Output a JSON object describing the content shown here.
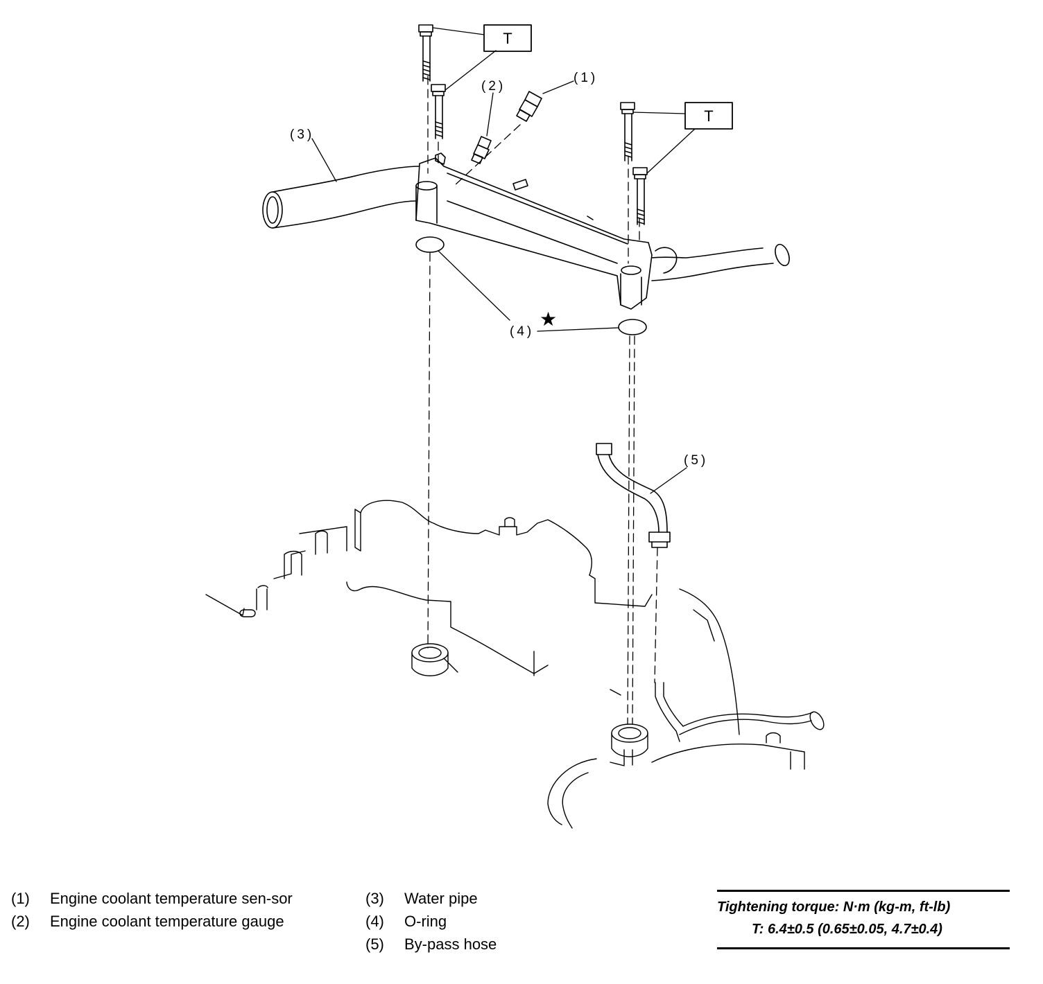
{
  "diagram": {
    "callouts": {
      "c1": "(1)",
      "c2": "(2)",
      "c3": "(3)",
      "c4": "(4)",
      "c5": "(5)"
    },
    "torque_marks": {
      "t_left": "T",
      "t_right": "T"
    },
    "star_symbol": "★"
  },
  "legend": {
    "items": [
      {
        "num": "(1)",
        "text": "Engine coolant temperature sen-sor"
      },
      {
        "num": "(2)",
        "text": "Engine coolant temperature gauge"
      },
      {
        "num": "(3)",
        "text": "Water pipe"
      },
      {
        "num": "(4)",
        "text": "O-ring"
      },
      {
        "num": "(5)",
        "text": "By-pass hose"
      }
    ]
  },
  "torque": {
    "line1": "Tightening torque: N·m (kg-m, ft-lb)",
    "line2": "T: 6.4±0.5 (0.65±0.05, 4.7±0.4)"
  },
  "colors": {
    "ink": "#000000",
    "paper": "#ffffff"
  }
}
